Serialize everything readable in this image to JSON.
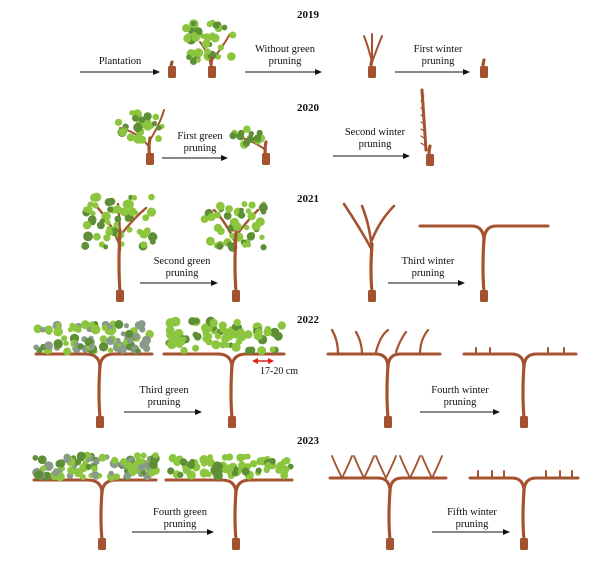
{
  "years": [
    "2019",
    "2020",
    "2021",
    "2022",
    "2023"
  ],
  "labels": {
    "plantation": "Plantation",
    "without_green_pruning": "Without green\npruning",
    "first_winter_pruning": "First winter\npruning",
    "first_green_pruning": "First green\npruning",
    "second_winter_pruning": "Second winter\npruning",
    "second_green_pruning": "Second green\npruning",
    "third_winter_pruning": "Third winter\npruning",
    "third_green_pruning": "Third green\npruning",
    "fourth_winter_pruning": "Fourth winter\npruning",
    "fourth_green_pruning": "Fourth green\npruning",
    "fifth_winter_pruning": "Fifth winter\npruning"
  },
  "measurement": "17-20 cm",
  "colors": {
    "wood": "#a4522f",
    "leaf": "#8cc63f",
    "leaf_dark": "#5e8f36",
    "leaf_grey": "#8a9a8a",
    "arrow": "#111111",
    "measure": "#e0201b"
  }
}
